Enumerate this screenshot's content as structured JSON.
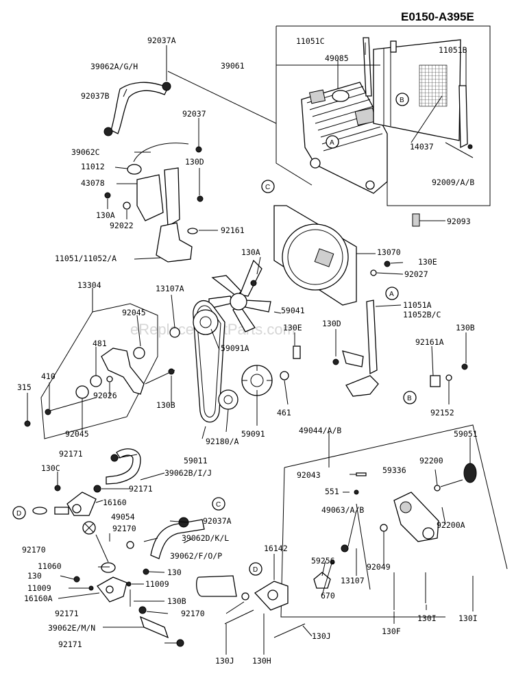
{
  "diagram_code": "E0150-A395E",
  "watermark": "eReplacementParts.com",
  "labels": {
    "p11051c": "11051C",
    "p11051b": "11051B",
    "p49085": "49085",
    "p39061": "39061",
    "p92037a_top": "92037A",
    "p39062agh": "39062A/G/H",
    "p92037b": "92037B",
    "p92037": "92037",
    "p39062c": "39062C",
    "p11012": "11012",
    "p130d_top": "130D",
    "p43078": "43078",
    "p130a_left": "130A",
    "p92022": "92022",
    "p92161": "92161",
    "p11051_11052a": "11051/11052/A",
    "p14037": "14037",
    "p92009ab": "92009/A/B",
    "p92093": "92093",
    "p13070": "13070",
    "p130a_mid": "130A",
    "p130e_right": "130E",
    "p92027": "92027",
    "p13304": "13304",
    "p13107a": "13107A",
    "p59041": "59041",
    "p11051a": "11051A",
    "p11052bc": "11052B/C",
    "p92045_top": "92045",
    "p481": "481",
    "p130e_mid": "130E",
    "p59091a": "59091A",
    "p130d_mid": "130D",
    "p92161a": "92161A",
    "p130b_right": "130B",
    "p410": "410",
    "p315": "315",
    "p92026": "92026",
    "p130b_mid": "130B",
    "p461": "461",
    "p92152": "92152",
    "p92045_bot": "92045",
    "p59091": "59091",
    "p92180a": "92180/A",
    "p59011": "59011",
    "p49044ab": "49044/A/B",
    "p59051": "59051",
    "p92171_a": "92171",
    "p130c": "130C",
    "p39062bij": "39062B/I/J",
    "p92171_b": "92171",
    "p16160": "16160",
    "p49054": "49054",
    "p92037a_mid": "92037A",
    "p92043": "92043",
    "p59336": "59336",
    "p92200": "92200",
    "p551": "551",
    "p49063ab": "49063/A/B",
    "p92200a": "92200A",
    "p92170_a": "92170",
    "p92170_b": "92170",
    "p39062dkl": "39062D/K/L",
    "p16142": "16142",
    "p59256": "59256",
    "p11060": "11060",
    "p39062fdp": "39062/F/O/P",
    "p92049": "92049",
    "p13107": "13107",
    "p130_left": "130",
    "p130_mid": "130",
    "p11009_left": "11009",
    "p11009_right": "11009",
    "p16160a": "16160A",
    "p130b_low": "130B",
    "p670": "670",
    "p92170_c": "92170",
    "p92171_c": "92171",
    "p39062emn": "39062E/M/N",
    "p130j_right": "130J",
    "p92171_d": "92171",
    "p130f": "130F",
    "p130i_a": "130I",
    "p130i_b": "130I",
    "p130j_left": "130J",
    "p130h": "130H"
  },
  "refs": {
    "a1": "A",
    "a2": "A",
    "b1": "B",
    "b2": "B",
    "c1": "C",
    "c2": "C",
    "d1": "D",
    "d2": "D"
  }
}
